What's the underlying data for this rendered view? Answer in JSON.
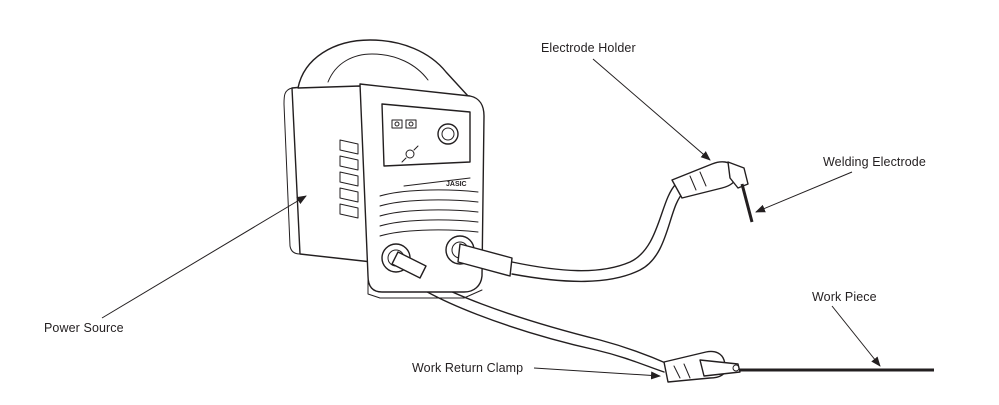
{
  "diagram": {
    "labels": {
      "electrode_holder": "Electrode Holder",
      "welding_electrode": "Welding Electrode",
      "work_piece": "Work Piece",
      "power_source": "Power Source",
      "work_return_clamp": "Work Return Clamp"
    },
    "brand_logo": "JASIC"
  }
}
